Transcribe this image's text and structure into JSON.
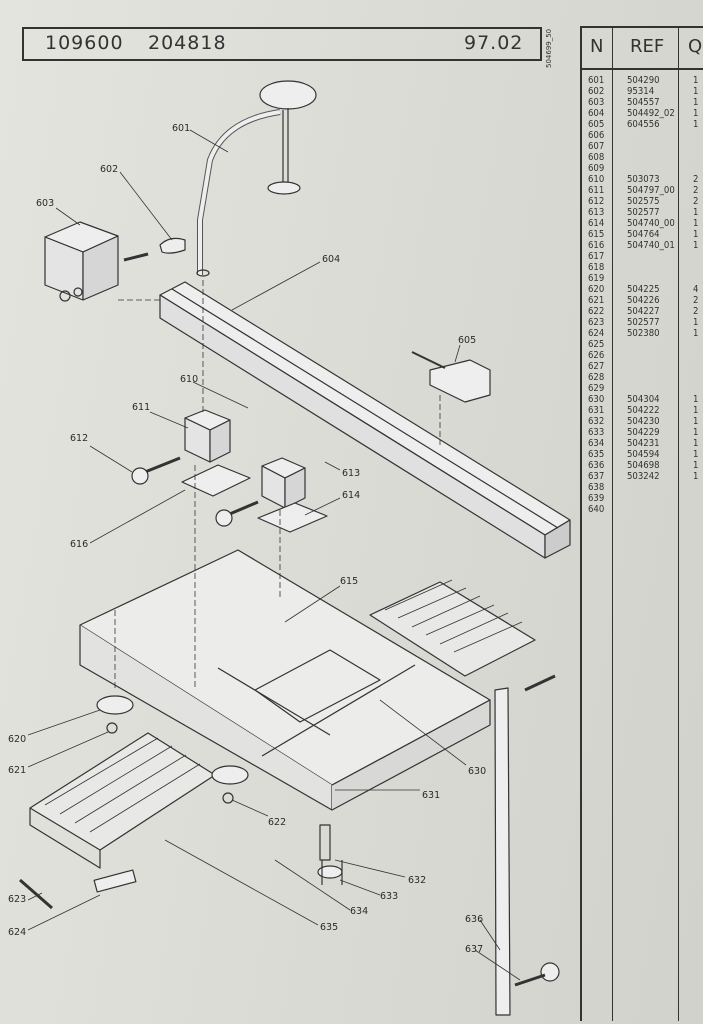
{
  "header": {
    "left_code": "109600",
    "mid_code": "204818",
    "right_code": "97.02",
    "side_code": "504699_50"
  },
  "table": {
    "col_n": "N",
    "col_ref": "REF",
    "col_q": "Q",
    "rows": [
      {
        "n": "601",
        "ref": "504290",
        "q": "1"
      },
      {
        "n": "602",
        "ref": "95314",
        "q": "1"
      },
      {
        "n": "603",
        "ref": "504557",
        "q": "1"
      },
      {
        "n": "604",
        "ref": "504492_02",
        "q": "1"
      },
      {
        "n": "605",
        "ref": "604556",
        "q": "1"
      },
      {
        "n": "606",
        "ref": "",
        "q": ""
      },
      {
        "n": "607",
        "ref": "",
        "q": ""
      },
      {
        "n": "608",
        "ref": "",
        "q": ""
      },
      {
        "n": "609",
        "ref": "",
        "q": ""
      },
      {
        "n": "610",
        "ref": "503073",
        "q": "2"
      },
      {
        "n": "611",
        "ref": "504797_00",
        "q": "2"
      },
      {
        "n": "612",
        "ref": "502575",
        "q": "2"
      },
      {
        "n": "613",
        "ref": "502577",
        "q": "1"
      },
      {
        "n": "614",
        "ref": "504740_00",
        "q": "1"
      },
      {
        "n": "615",
        "ref": "504764",
        "q": "1"
      },
      {
        "n": "616",
        "ref": "504740_01",
        "q": "1"
      },
      {
        "n": "617",
        "ref": "",
        "q": ""
      },
      {
        "n": "618",
        "ref": "",
        "q": ""
      },
      {
        "n": "619",
        "ref": "",
        "q": ""
      },
      {
        "n": "620",
        "ref": "504225",
        "q": "4"
      },
      {
        "n": "621",
        "ref": "504226",
        "q": "2"
      },
      {
        "n": "622",
        "ref": "504227",
        "q": "2"
      },
      {
        "n": "623",
        "ref": "502577",
        "q": "1"
      },
      {
        "n": "624",
        "ref": "502380",
        "q": "1"
      },
      {
        "n": "625",
        "ref": "",
        "q": ""
      },
      {
        "n": "626",
        "ref": "",
        "q": ""
      },
      {
        "n": "627",
        "ref": "",
        "q": ""
      },
      {
        "n": "628",
        "ref": "",
        "q": ""
      },
      {
        "n": "629",
        "ref": "",
        "q": ""
      },
      {
        "n": "630",
        "ref": "504304",
        "q": "1"
      },
      {
        "n": "631",
        "ref": "504222",
        "q": "1"
      },
      {
        "n": "632",
        "ref": "504230",
        "q": "1"
      },
      {
        "n": "633",
        "ref": "504229",
        "q": "1"
      },
      {
        "n": "634",
        "ref": "504231",
        "q": "1"
      },
      {
        "n": "635",
        "ref": "504594",
        "q": "1"
      },
      {
        "n": "636",
        "ref": "504698",
        "q": "1"
      },
      {
        "n": "637",
        "ref": "503242",
        "q": "1"
      },
      {
        "n": "638",
        "ref": "",
        "q": ""
      },
      {
        "n": "639",
        "ref": "",
        "q": ""
      },
      {
        "n": "640",
        "ref": "",
        "q": ""
      }
    ]
  },
  "callouts": {
    "c601": "601",
    "c602": "602",
    "c603": "603",
    "c604": "604",
    "c605": "605",
    "c610": "610",
    "c611": "611",
    "c612": "612",
    "c613": "613",
    "c614": "614",
    "c615": "615",
    "c616": "616",
    "c620": "620",
    "c621": "621",
    "c622": "622",
    "c623": "623",
    "c624": "624",
    "c630": "630",
    "c631": "631",
    "c632": "632",
    "c633": "633",
    "c634": "634",
    "c635": "635",
    "c636": "636",
    "c637": "637"
  }
}
